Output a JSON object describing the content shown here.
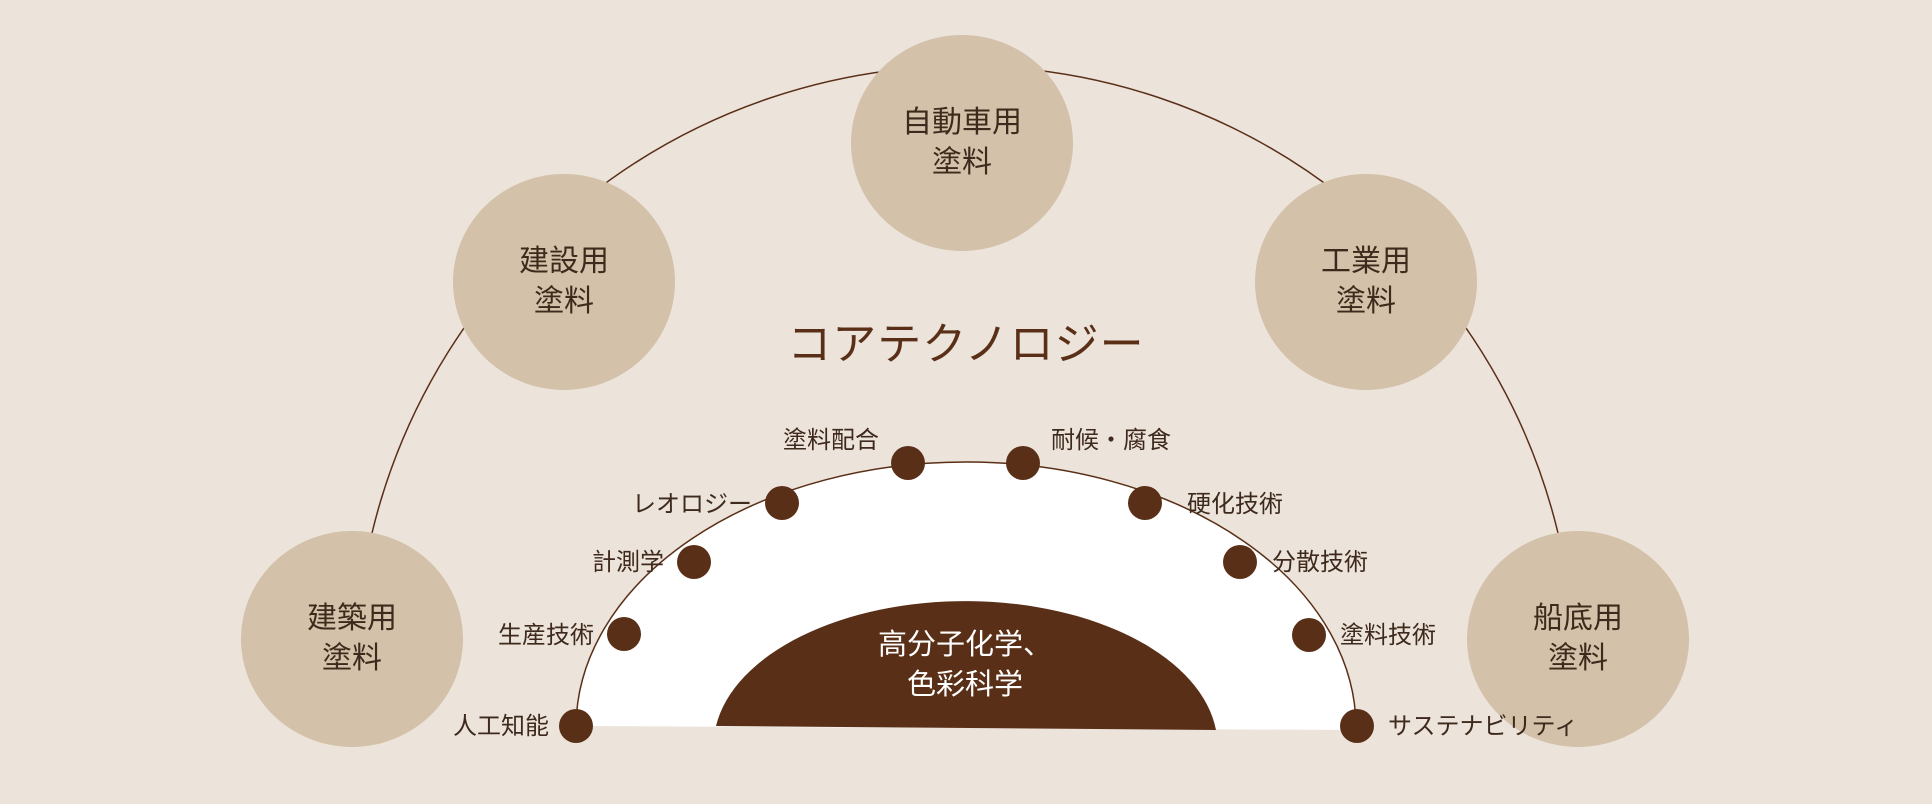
{
  "title": "コアテクノロジー",
  "core": {
    "line1": "高分子化学、",
    "line2": "色彩科学"
  },
  "applications": [
    {
      "line1": "自動車用",
      "line2": "塗料"
    },
    {
      "line1": "建設用",
      "line2": "塗料"
    },
    {
      "line1": "工業用",
      "line2": "塗料"
    },
    {
      "line1": "建築用",
      "line2": "塗料"
    },
    {
      "line1": "船底用",
      "line2": "塗料"
    }
  ],
  "technologies": [
    "人工知能",
    "生産技術",
    "計測学",
    "レオロジー",
    "塗料配合",
    "耐候・腐食",
    "硬化技術",
    "分散技術",
    "塗料技術",
    "サステナビリティ"
  ],
  "colors": {
    "background": "#ece3db",
    "bubble": "#d3c1a9",
    "accent": "#5a2f17",
    "white": "#ffffff"
  }
}
